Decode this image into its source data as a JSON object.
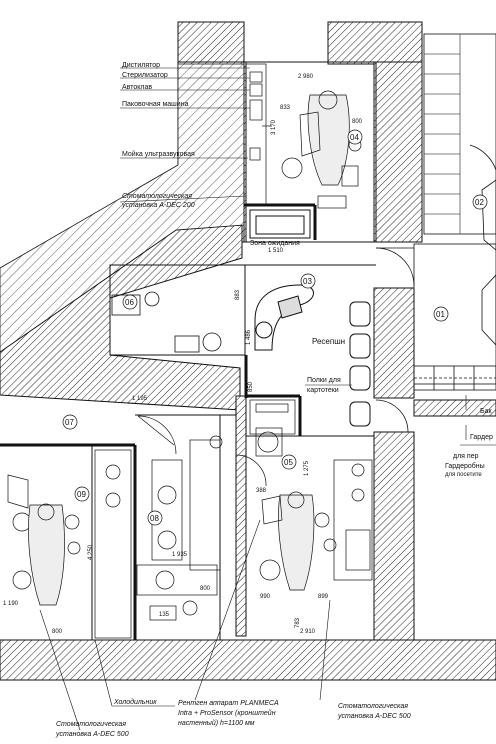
{
  "equipment_labels": {
    "distiller": "Дистилятор",
    "sterilizer": "Стерилизатор",
    "autoclave": "Автоклав",
    "packing_machine": "Паковочная машина",
    "ultrasonic_sink": "Мойка ультразвуковая",
    "dental_unit_200_line1": "Стоматологическая",
    "dental_unit_200_line2": "установка A-DEC 200"
  },
  "zones": {
    "waiting": "Зона ожидания",
    "reception": "Ресепшн",
    "shelves_line1": "Полки для",
    "shelves_line2": "картотеки"
  },
  "rooms": [
    "01",
    "02",
    "03",
    "04",
    "05",
    "06",
    "07",
    "08",
    "09"
  ],
  "dimensions": [
    "2 980",
    "3 170",
    "833",
    "800",
    "1 510",
    "883",
    "1 486",
    "1 195",
    "850",
    "4 250",
    "1 935",
    "800",
    "135",
    "1 190",
    "800",
    "990",
    "899",
    "2 910",
    "1 275",
    "388",
    "783"
  ],
  "right_labels": {
    "bak": "Бак",
    "garder": "Гардер",
    "garderob_line1": "для пер",
    "garderob_line2": "Гардеробны",
    "garderob_line3": "для посетите"
  },
  "bottom_labels": {
    "fridge": "Холодильник",
    "xray_line1": "Рентген аппарат PLANMECA",
    "xray_line2": "Intra + ProSensor (кронштейн",
    "xray_line3": "настенный) h=1100 мм",
    "unit500_right_line1": "Стоматологическая",
    "unit500_right_line2": "установка A-DEC 500",
    "unit500_left_line1": "Стоматологическая",
    "unit500_left_line2": "установка A-DEC 500"
  }
}
